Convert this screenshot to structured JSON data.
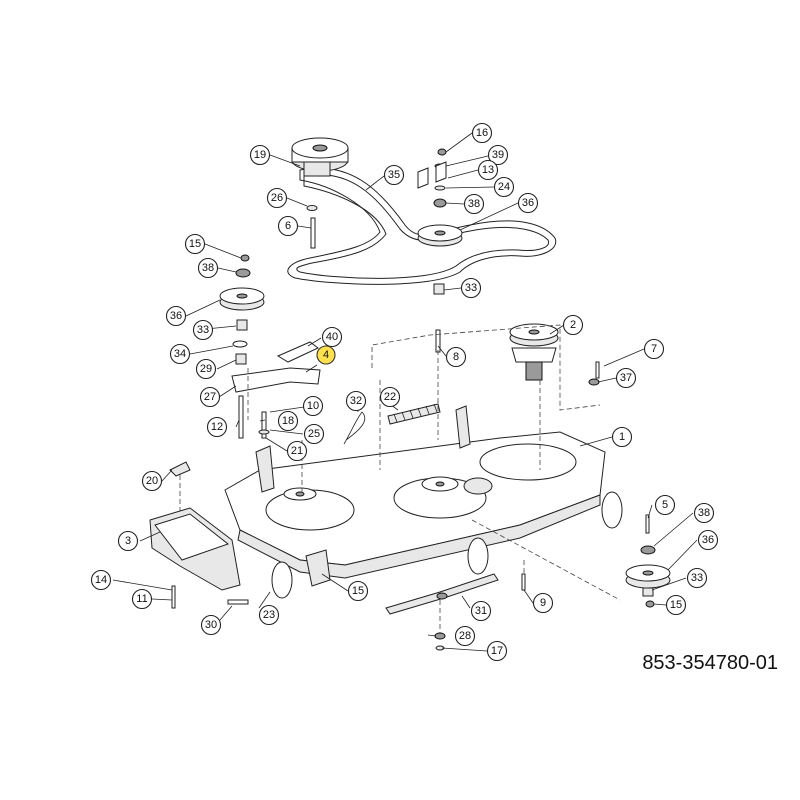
{
  "document": {
    "part_number": "853-354780-01",
    "highlighted_callout": "4"
  },
  "callouts": [
    "19",
    "26",
    "6",
    "35",
    "16",
    "39",
    "13",
    "24",
    "38",
    "36",
    "15",
    "38",
    "36",
    "33",
    "34",
    "29",
    "27",
    "12",
    "40",
    "4",
    "18",
    "10",
    "25",
    "21",
    "8",
    "33",
    "2",
    "7",
    "37",
    "22",
    "32",
    "1",
    "20",
    "3",
    "14",
    "11",
    "30",
    "23",
    "15",
    "31",
    "28",
    "17",
    "9",
    "5",
    "38",
    "36",
    "33",
    "15"
  ]
}
